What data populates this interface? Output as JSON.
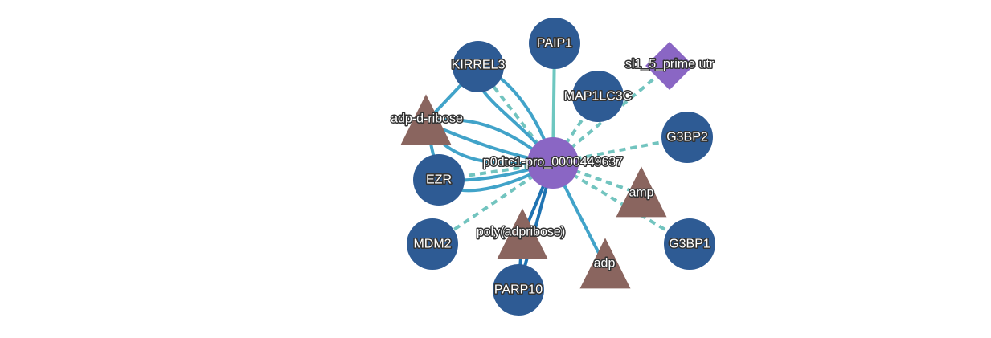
{
  "diagram": {
    "type": "protein-interaction-network",
    "center_node": "p0dtc1-pro_0000449637",
    "colors": {
      "protein": "#2e5b94",
      "center": "#8a66c4",
      "chemical": "#8a655f",
      "rna": "#8a66c4",
      "edge_solid_light": "#41a3c9",
      "edge_solid_dark": "#1f73b2",
      "edge_teal": "#6ec7c0",
      "edge_dashed": "#72c4bf"
    },
    "nodes": [
      {
        "id": "center",
        "label": "p0dtc1-pro_0000449637",
        "shape": "circle",
        "kind": "center"
      },
      {
        "id": "paip1",
        "label": "PAIP1",
        "shape": "circle",
        "kind": "protein"
      },
      {
        "id": "kirrel3",
        "label": "KIRREL3",
        "shape": "circle",
        "kind": "protein"
      },
      {
        "id": "map1lc3c",
        "label": "MAP1LC3C",
        "shape": "circle",
        "kind": "protein"
      },
      {
        "id": "sl1",
        "label": "sl1_5_prime utr",
        "shape": "diamond",
        "kind": "rna"
      },
      {
        "id": "g3bp2",
        "label": "G3BP2",
        "shape": "circle",
        "kind": "protein"
      },
      {
        "id": "adpdribose",
        "label": "adp-d-ribose",
        "shape": "triangle",
        "kind": "chemical"
      },
      {
        "id": "ezr",
        "label": "EZR",
        "shape": "circle",
        "kind": "protein"
      },
      {
        "id": "amp",
        "label": "amp",
        "shape": "triangle",
        "kind": "chemical"
      },
      {
        "id": "mdm2",
        "label": "MDM2",
        "shape": "circle",
        "kind": "protein"
      },
      {
        "id": "polyadp",
        "label": "poly(adpribose)",
        "shape": "triangle",
        "kind": "chemical"
      },
      {
        "id": "g3bp1",
        "label": "G3BP1",
        "shape": "circle",
        "kind": "protein"
      },
      {
        "id": "adp",
        "label": "adp",
        "shape": "triangle",
        "kind": "chemical"
      },
      {
        "id": "parp10",
        "label": "PARP10",
        "shape": "circle",
        "kind": "protein"
      }
    ],
    "edges": [
      {
        "source": "center",
        "target": "paip1",
        "style": "solid",
        "color": "teal"
      },
      {
        "source": "center",
        "target": "kirrel3",
        "style": "dashed",
        "color": "dashed"
      },
      {
        "source": "center",
        "target": "kirrel3",
        "style": "solid",
        "color": "solid_light",
        "curve": "a"
      },
      {
        "source": "center",
        "target": "kirrel3",
        "style": "solid",
        "color": "solid_light",
        "curve": "b"
      },
      {
        "source": "center",
        "target": "map1lc3c",
        "style": "dashed",
        "color": "dashed"
      },
      {
        "source": "center",
        "target": "sl1",
        "style": "dashed",
        "color": "dashed"
      },
      {
        "source": "center",
        "target": "g3bp2",
        "style": "dashed",
        "color": "dashed"
      },
      {
        "source": "center",
        "target": "adpdribose",
        "style": "solid",
        "color": "solid_light",
        "curve": "a"
      },
      {
        "source": "center",
        "target": "adpdribose",
        "style": "solid",
        "color": "solid_light",
        "curve": "b"
      },
      {
        "source": "center",
        "target": "adpdribose",
        "style": "solid",
        "color": "solid_light",
        "curve": "c"
      },
      {
        "source": "center",
        "target": "ezr",
        "style": "solid",
        "color": "solid_light",
        "curve": "a"
      },
      {
        "source": "center",
        "target": "ezr",
        "style": "solid",
        "color": "solid_light",
        "curve": "b"
      },
      {
        "source": "center",
        "target": "ezr",
        "style": "dashed",
        "color": "dashed"
      },
      {
        "source": "center",
        "target": "amp",
        "style": "dashed",
        "color": "dashed"
      },
      {
        "source": "center",
        "target": "mdm2",
        "style": "dashed",
        "color": "dashed"
      },
      {
        "source": "center",
        "target": "polyadp",
        "style": "solid",
        "color": "solid_dark"
      },
      {
        "source": "center",
        "target": "g3bp1",
        "style": "dashed",
        "color": "dashed"
      },
      {
        "source": "center",
        "target": "adp",
        "style": "solid",
        "color": "solid_light"
      },
      {
        "source": "center",
        "target": "parp10",
        "style": "solid",
        "color": "solid_dark"
      },
      {
        "source": "polyadp",
        "target": "parp10",
        "style": "solid",
        "color": "solid_dark"
      },
      {
        "source": "adpdribose",
        "target": "kirrel3",
        "style": "solid",
        "color": "solid_light"
      },
      {
        "source": "adpdribose",
        "target": "ezr",
        "style": "solid",
        "color": "solid_light"
      }
    ]
  }
}
